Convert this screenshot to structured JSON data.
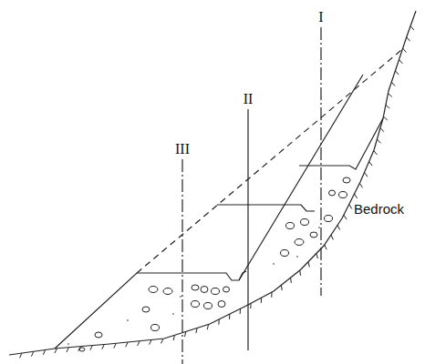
{
  "diagram": {
    "labels": [
      "I",
      "II",
      "III",
      "Bedrock"
    ]
  }
}
